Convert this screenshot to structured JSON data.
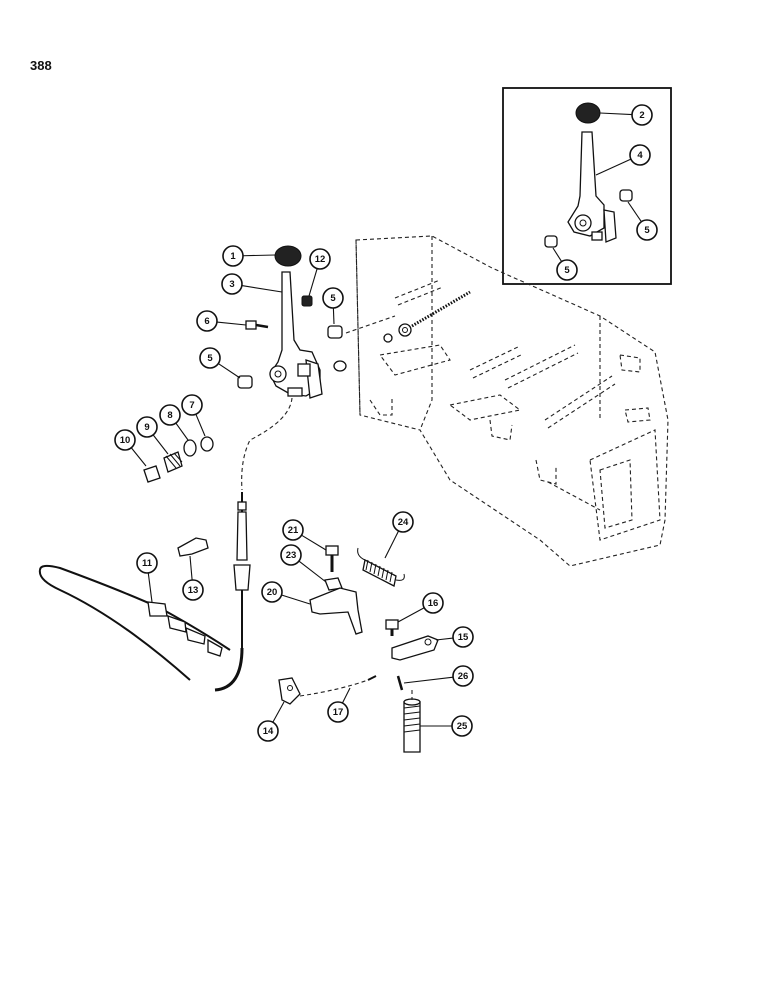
{
  "page": {
    "number": "388"
  },
  "callouts": [
    {
      "label": "1"
    },
    {
      "label": "2"
    },
    {
      "label": "3"
    },
    {
      "label": "4"
    },
    {
      "label": "5"
    },
    {
      "label": "5"
    },
    {
      "label": "5"
    },
    {
      "label": "5"
    },
    {
      "label": "6"
    },
    {
      "label": "7"
    },
    {
      "label": "8"
    },
    {
      "label": "9"
    },
    {
      "label": "10"
    },
    {
      "label": "11"
    },
    {
      "label": "12"
    },
    {
      "label": "13"
    },
    {
      "label": "14"
    },
    {
      "label": "15"
    },
    {
      "label": "16"
    },
    {
      "label": "17"
    },
    {
      "label": "20"
    },
    {
      "label": "21"
    },
    {
      "label": "23"
    },
    {
      "label": "24"
    },
    {
      "label": "25"
    },
    {
      "label": "26"
    }
  ]
}
